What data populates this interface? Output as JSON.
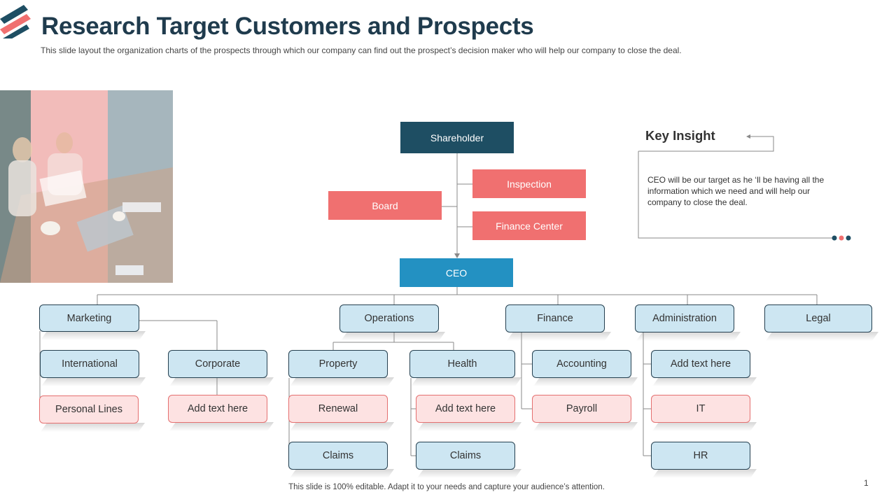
{
  "title": "Research Target Customers and Prospects",
  "subtitle": "This slide layout the organization charts of the prospects through which our company can find out the prospect’s decision maker who will help our company to close the deal.",
  "top_chart": {
    "shareholder": "Shareholder",
    "inspection": "Inspection",
    "board": "Board",
    "finance_center": "Finance Center",
    "ceo": "CEO"
  },
  "key_insight": {
    "title": "Key Insight",
    "text": "CEO will be our target as he ‘ll be having all the information which we need and will help our company to close the deal."
  },
  "departments": {
    "marketing": "Marketing",
    "operations": "Operations",
    "finance": "Finance",
    "administration": "Administration",
    "legal": "Legal"
  },
  "sub_units": {
    "international": "International",
    "corporate": "Corporate",
    "personal_lines": "Personal Lines",
    "corporate_add": "Add text here",
    "property": "Property",
    "health": "Health",
    "renewal": "Renewal",
    "health_add": "Add text here",
    "property_claims": "Claims",
    "health_claims": "Claims",
    "accounting": "Accounting",
    "payroll": "Payroll",
    "admin_add": "Add text here",
    "it": "IT",
    "hr": "HR"
  },
  "footer": "This slide is 100% editable. Adapt it to your needs and capture your audience’s attention.",
  "page_number": "1",
  "colors": {
    "title": "#1f3b4d",
    "dark_box": "#1e4e63",
    "coral_box": "#f07070",
    "ceo_box": "#2391c2",
    "light_blue_box": "#cde6f2",
    "light_pink_box": "#fde2e2"
  }
}
